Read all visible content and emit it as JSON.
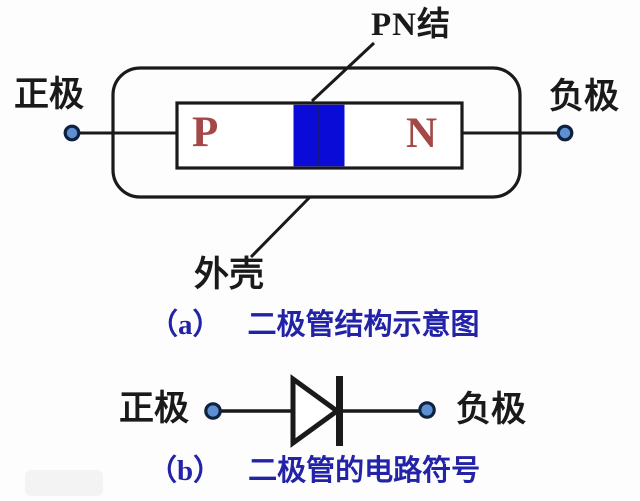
{
  "colors": {
    "background": "#fdfdfd",
    "line": "#1a1a1a",
    "junction_blue": "#0b0bd8",
    "junction_divider": "#15157e",
    "pn_letter": "#a34747",
    "terminal_fill": "#5c90d2",
    "terminal_stroke": "#0e2240",
    "caption_blue": "#2323a8",
    "watermark_gray": "#f3f3f3"
  },
  "structure_diagram": {
    "pn_junction_label": "PN结",
    "anode_label": "正极",
    "cathode_label": "负极",
    "p_region_label": "P",
    "n_region_label": "N",
    "shell_label": "外壳",
    "caption_index": "（a）",
    "caption_text": "二极管结构示意图"
  },
  "symbol_diagram": {
    "anode_label": "正极",
    "cathode_label": "负极",
    "caption_index": "（b）",
    "caption_text": "二极管的电路符号"
  }
}
